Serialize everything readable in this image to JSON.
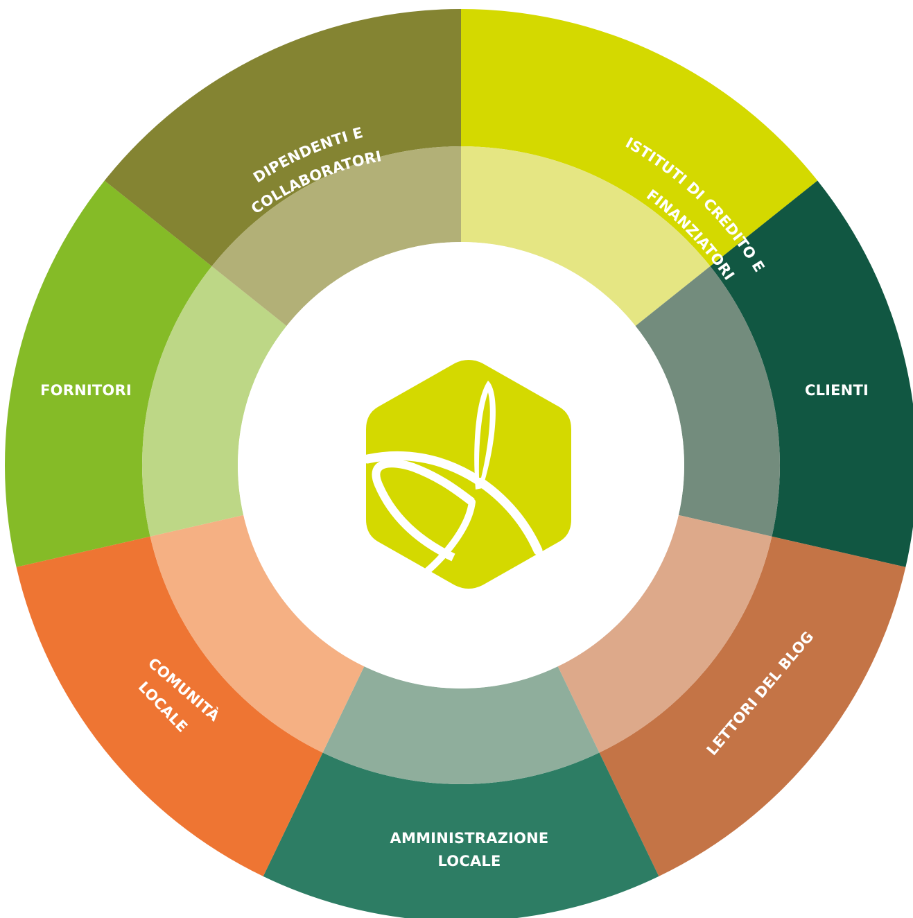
{
  "segments": [
    {
      "id": "istituti",
      "lines": [
        "ISTITUTI DI CREDITO E",
        "FINANZIATORI"
      ],
      "outer_color": "#d4d900",
      "inner_color": "#e5e683"
    },
    {
      "id": "clienti",
      "lines": [
        "CLIENTI"
      ],
      "outer_color": "#115742",
      "inner_color": "#738c7d"
    },
    {
      "id": "lettori",
      "lines": [
        "LETTORI DEL BLOG"
      ],
      "outer_color": "#c47446",
      "inner_color": "#dda98a"
    },
    {
      "id": "amministrazione",
      "lines": [
        "AMMINISTRAZIONE",
        "LOCALE"
      ],
      "outer_color": "#2d7d64",
      "inner_color": "#8fae9c"
    },
    {
      "id": "comunita",
      "lines": [
        "COMUNITÀ",
        "LOCALE"
      ],
      "outer_color": "#ee7533",
      "inner_color": "#f5b083"
    },
    {
      "id": "fornitori",
      "lines": [
        "FORNITORI"
      ],
      "outer_color": "#85bb27",
      "inner_color": "#bdd786"
    },
    {
      "id": "dipendenti",
      "lines": [
        "DIPENDENTI E",
        "COLLABORATORI"
      ],
      "outer_color": "#848432",
      "inner_color": "#b2b077"
    }
  ],
  "center": {
    "logo_icon": "hexagon-leaf-logo-icon",
    "logo_color": "#d4d900",
    "background": "#ffffff"
  }
}
